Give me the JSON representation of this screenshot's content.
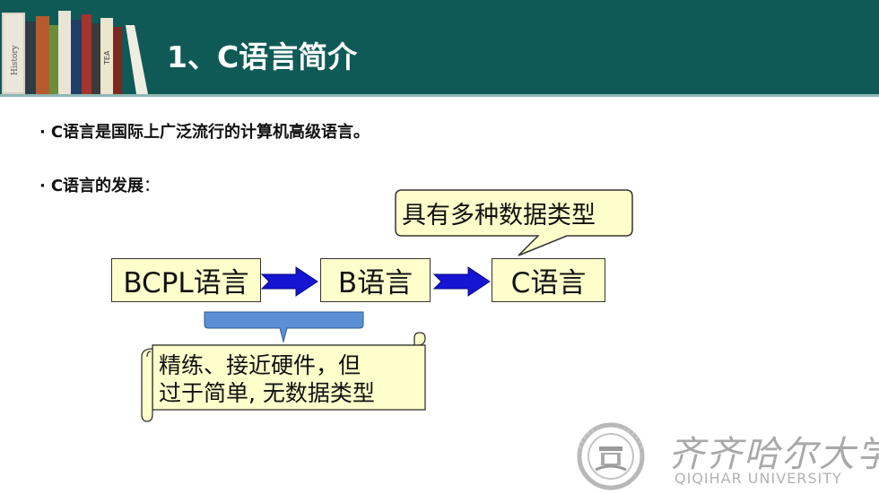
{
  "slide": {
    "title": "1、C语言简介",
    "bullets": [
      {
        "text": "C语言是国际上广泛流行的计算机高级语言。"
      },
      {
        "text": "C语言的发展",
        "suffix": "："
      }
    ]
  },
  "header_books": {
    "spine_labels": [
      "History",
      "TEA"
    ]
  },
  "diagram": {
    "nodes": [
      "BCPL语言",
      "B语言",
      "C语言"
    ],
    "callout": "具有多种数据类型",
    "scroll_lines": [
      "精练、接近硬件，但",
      "过于简单, 无数据类型"
    ]
  },
  "logo": {
    "name_cn": "齐齐哈尔大学",
    "name_en": "QIQIHAR UNIVERSITY"
  },
  "colors": {
    "header_bg": "#0f5a57",
    "box_fill": "#ffffcc",
    "arrow_fill": "#1414d2",
    "brace_fill": "#5b8fd4"
  }
}
